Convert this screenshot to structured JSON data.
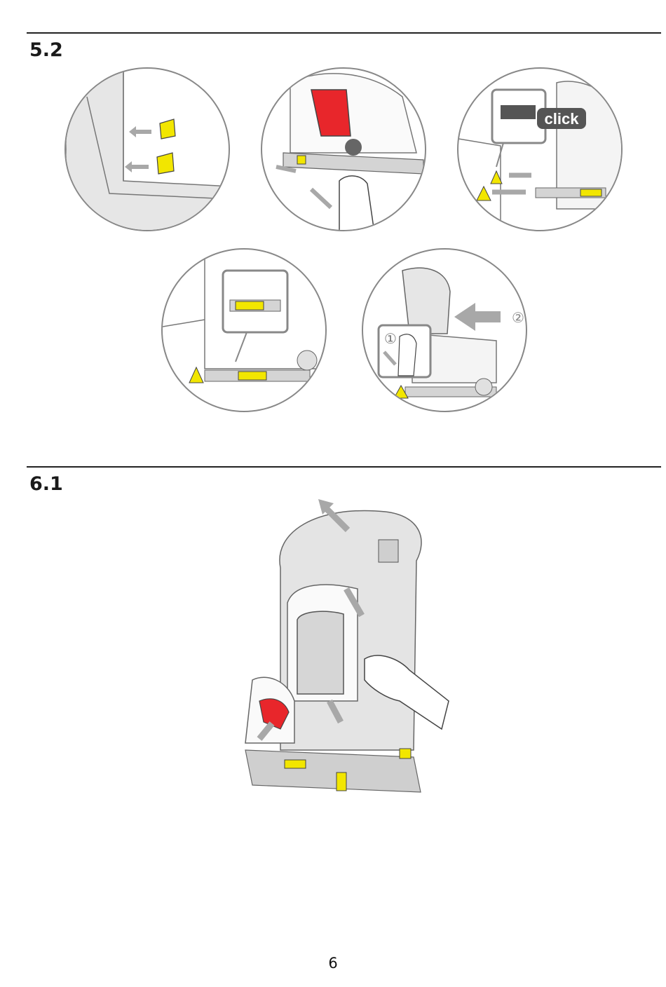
{
  "sections": [
    {
      "number": "5.2"
    },
    {
      "number": "6.1"
    }
  ],
  "callouts": {
    "click_label": "click",
    "step_one": "①",
    "step_two": "②"
  },
  "colors": {
    "accent_yellow": "#f2e600",
    "accent_red": "#e8262b",
    "arrow_gray": "#a8a8a8",
    "line": "#555555"
  },
  "page_number": "6"
}
